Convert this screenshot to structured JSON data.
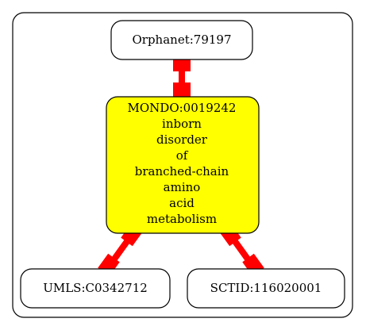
{
  "graph": {
    "nodes": [
      {
        "id": "orphanet",
        "label": [
          "Orphanet:79197"
        ],
        "fill": "#ffffff"
      },
      {
        "id": "mondo",
        "label": [
          "MONDO:0019242",
          "inborn",
          "disorder",
          "of",
          "branched-chain",
          "amino",
          "acid",
          "metabolism"
        ],
        "fill": "#ffff00"
      },
      {
        "id": "umls",
        "label": [
          "UMLS:C0342712"
        ],
        "fill": "#ffffff"
      },
      {
        "id": "sctid",
        "label": [
          "SCTID:116020001"
        ],
        "fill": "#ffffff"
      }
    ],
    "edges": [
      {
        "from": "orphanet",
        "to": "mondo",
        "color": "#ff0000",
        "arrowhead": "box",
        "arrowtail": "box"
      },
      {
        "from": "mondo",
        "to": "umls",
        "color": "#ff0000",
        "arrowhead": "box",
        "arrowtail": "box"
      },
      {
        "from": "mondo",
        "to": "sctid",
        "color": "#ff0000",
        "arrowhead": "box",
        "arrowtail": "box"
      }
    ]
  }
}
